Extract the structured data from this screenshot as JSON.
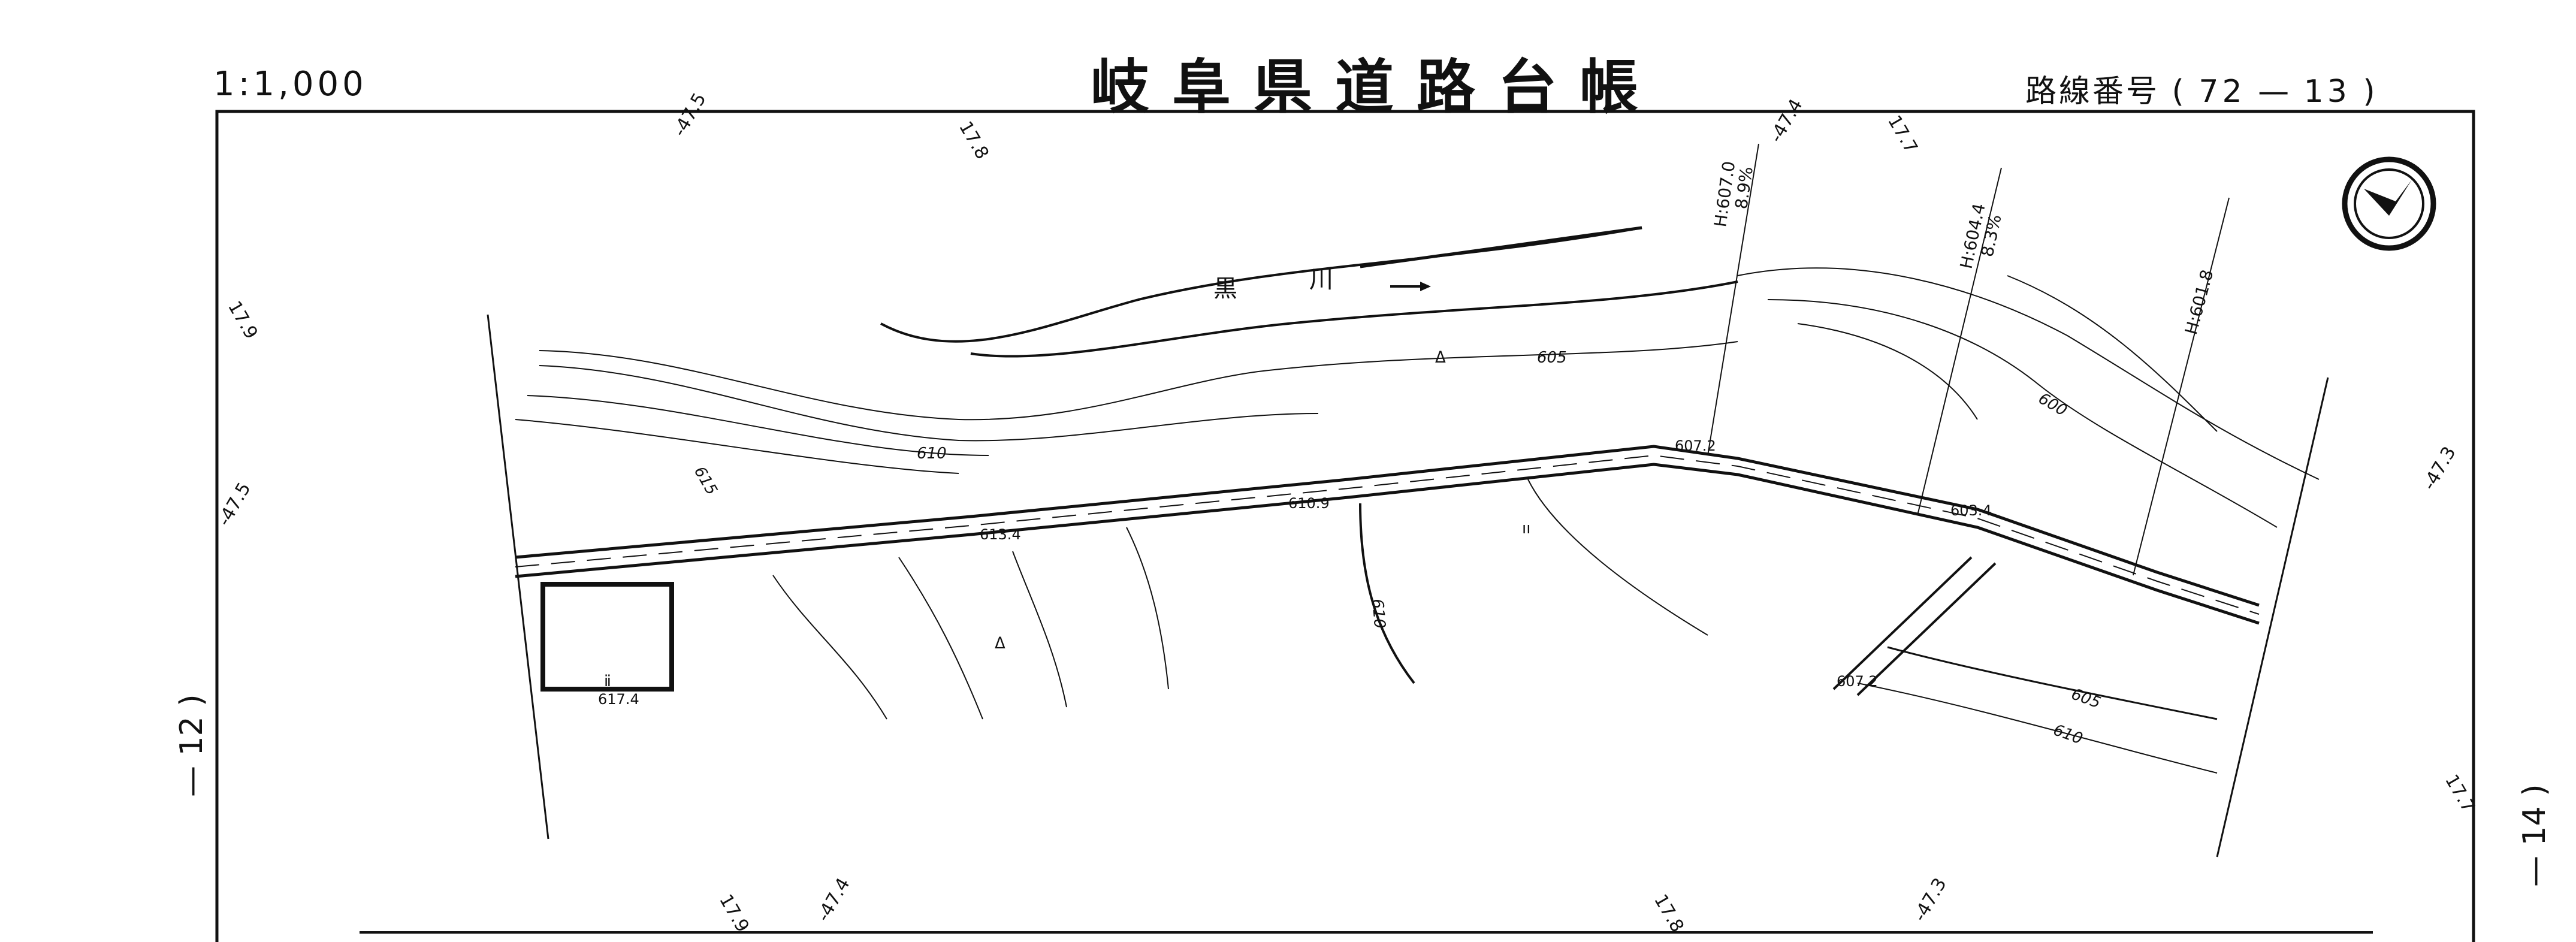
{
  "header": {
    "scale": "1:1,000",
    "title": "岐阜県道路台帳",
    "route_label": "路線番号",
    "route_open": "(",
    "route_number": "72",
    "route_dash": "—",
    "route_sheet": "13",
    "route_close": ")"
  },
  "adjacent_sheets": {
    "left": "— 12 )",
    "right": "— 14 )"
  },
  "grid_labels": {
    "top_1": "-47.5",
    "top_2": "17.8",
    "top_3": "-47.4",
    "top_4": "17.7",
    "left_1": "17.9",
    "left_2": "-47.5",
    "right_1": "-47.3",
    "right_2": "17.7",
    "bottom_1": "17.9",
    "bottom_2": "-47.4",
    "bottom_3": "17.8",
    "bottom_4": "-47.3"
  },
  "river": {
    "name": "黒",
    "name2": "川",
    "flow_icon": "arrow-right-icon"
  },
  "spot_heights": {
    "h1_value": "H:607.0",
    "h1_grade": "8.9%",
    "h2_value": "H:604.4",
    "h2_grade": "8.3%",
    "h3_value": "H:601.8",
    "s1": "617.4",
    "s2": "613.4",
    "s3": "610.9",
    "s4": "607.2",
    "s5": "603.4",
    "s6": "607.2"
  },
  "contours": {
    "c605": "605",
    "c600": "600",
    "c610": "610",
    "c615": "615",
    "c610b": "610",
    "c605b": "605",
    "c610c": "610"
  },
  "symbols": {
    "field": "ⅱ",
    "paddy": "ᐃ",
    "wasteland": "ıı",
    "orchard": "ᐃ"
  },
  "colors": {
    "ink": "#111111",
    "paper": "#ffffff"
  },
  "north_icon": "north-arrow-icon"
}
